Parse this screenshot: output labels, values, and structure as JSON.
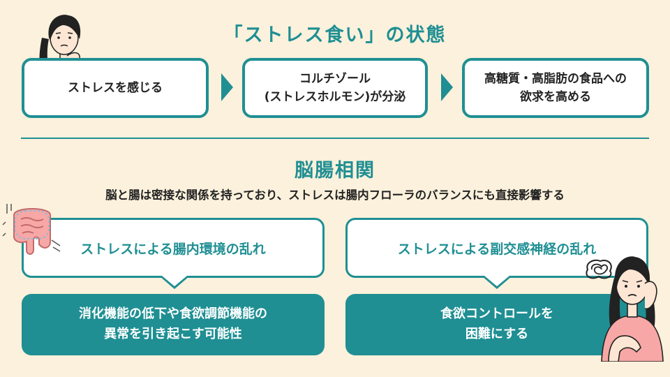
{
  "header": {
    "title": "「ストレス食い」の状態"
  },
  "flow": {
    "steps": [
      {
        "label": "ストレスを感じる"
      },
      {
        "line1": "コルチゾール",
        "line2": "(ストレスホルモン)が分泌"
      },
      {
        "line1": "高糖質・高脂肪の食品への",
        "line2": "欲求を高める"
      }
    ]
  },
  "section": {
    "title": "脳腸相関",
    "description": "脳と腸は密接な関係を持っており、ストレスは腸内フローラのバランスにも直接影響する"
  },
  "left": {
    "cause": "ストレスによる腸内環境の乱れ",
    "result_line1": "消化機能の低下や食欲調節機能の",
    "result_line2": "異常を引き起こす可能性"
  },
  "right": {
    "cause": "ストレスによる副交感神経の乱れ",
    "result_line1": "食欲コントロールを",
    "result_line2": "困難にする"
  },
  "colors": {
    "accent": "#1f8f93",
    "background": "#fbf1dc",
    "skin": "#fde6d3",
    "shirt": "#f7a7a5"
  },
  "icons": [
    "worried-woman-icon",
    "intestine-icon",
    "stressed-woman-icon",
    "tangled-thought-icon"
  ]
}
